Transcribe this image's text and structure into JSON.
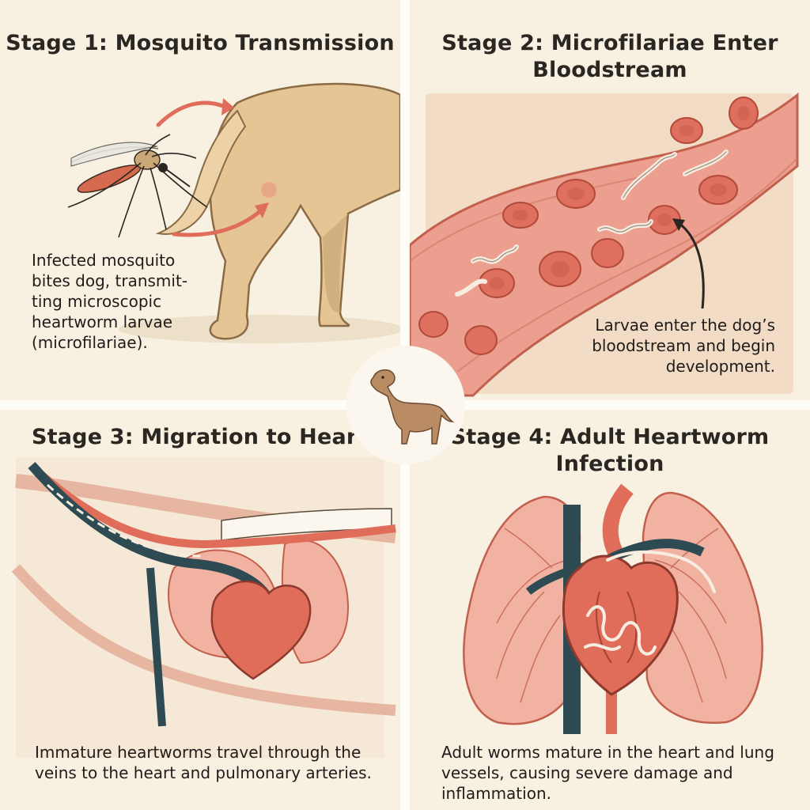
{
  "stages": [
    {
      "title": "Stage 1: Mosquito Transmission",
      "caption_lines": [
        "Infected mosquito",
        "bites dog, transmit-",
        "ting microscopic",
        "heartworm larvae",
        "(microfilariae)."
      ]
    },
    {
      "title_lines": [
        "Stage 2: Microfilariae Enter",
        "Bloodstream"
      ],
      "caption_lines": [
        "Larvae enter the dog’s",
        "bloodstream and begin",
        "development."
      ]
    },
    {
      "title": "Stage 3: Migration to Heart",
      "caption_lines": [
        "Immature heartworms travel through the",
        "veins to the heart and pulmonary arteries."
      ]
    },
    {
      "title_lines": [
        "Stage 4: Adult Heartworm",
        "Infection"
      ],
      "caption_lines": [
        "Adult worms mature in the heart and lung",
        "vessels, causing severe damage and inflammation."
      ]
    }
  ],
  "colors": {
    "background": "#f8f1e2",
    "dog_fur": "#e5c594",
    "vessel_pink": "#ec9f8f",
    "blood_cell": "#df6f5e",
    "vein_dark": "#2e4a52",
    "lung_pink": "#f2b2a2",
    "heart_red": "#e06d5a"
  },
  "icons": {
    "center_badge": "dog-silhouette-icon"
  }
}
